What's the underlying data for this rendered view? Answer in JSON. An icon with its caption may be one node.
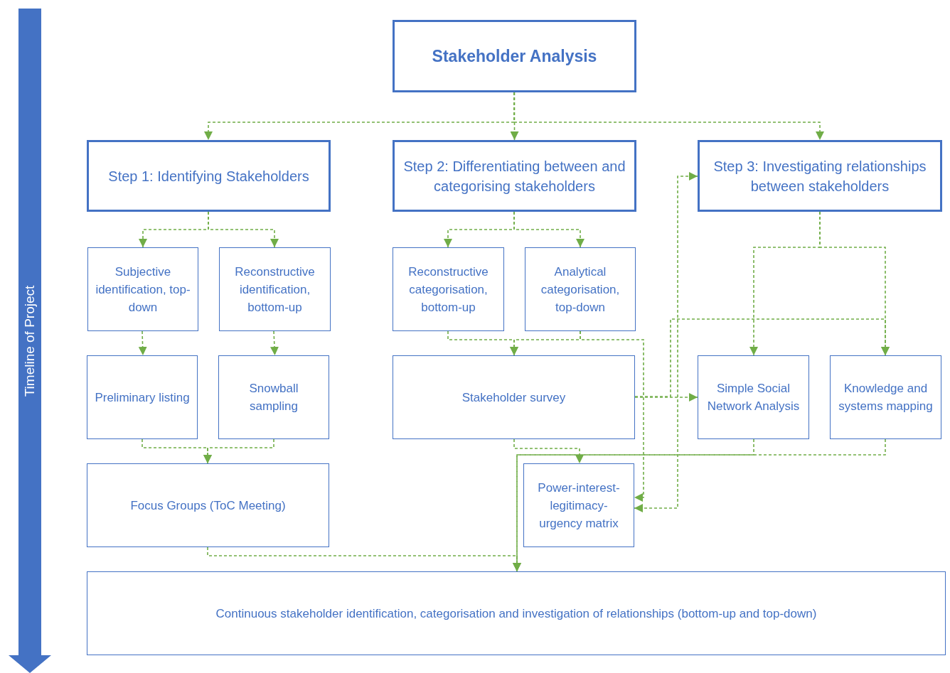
{
  "diagram": {
    "nodes": [
      {
        "text": [
          "Stakeholder Analysis"
        ]
      },
      {
        "text": [
          "Step 1: Identifying Stakeholders"
        ]
      },
      {
        "text": [
          "Step 2: Differentiating between and categorising stakeholders"
        ]
      },
      {
        "text": [
          "Step 3: Investigating relationships between stakeholders"
        ]
      },
      {
        "text": [
          "Subjective identification, top-down"
        ]
      },
      {
        "text": [
          "Reconstructive identification, bottom-up"
        ]
      },
      {
        "text": [
          "Reconstructive categorisation, bottom-up"
        ]
      },
      {
        "text": [
          "Analytical categorisation, top-down"
        ]
      },
      {
        "text": [
          "Preliminary listing"
        ]
      },
      {
        "text": [
          "Snowball sampling"
        ]
      },
      {
        "text": [
          "Stakeholder survey"
        ]
      },
      {
        "text": [
          "Simple Social Network Analysis"
        ]
      },
      {
        "text": [
          "Knowledge and systems mapping"
        ]
      },
      {
        "text": [
          "Focus Groups (ToC Meeting)"
        ]
      },
      {
        "text": [
          "Power-interest-legitimacy-urgency matrix"
        ]
      },
      {
        "text": [
          "Continuous stakeholder identification, categorisation and investigation of relationships (bottom-up and top-down)"
        ]
      }
    ],
    "edges": [
      {
        "from": 0,
        "to": 1,
        "arrow": "to",
        "style": "dashed"
      },
      {
        "from": 0,
        "to": 2,
        "arrow": "to",
        "style": "dashed"
      },
      {
        "from": 0,
        "to": 3,
        "arrow": "to",
        "style": "dashed"
      },
      {
        "from": 1,
        "to": 4,
        "arrow": "to",
        "style": "dashed"
      },
      {
        "from": 1,
        "to": 5,
        "arrow": "to",
        "style": "dashed"
      },
      {
        "from": 2,
        "to": 6,
        "arrow": "to",
        "style": "dashed"
      },
      {
        "from": 2,
        "to": 7,
        "arrow": "to",
        "style": "dashed"
      },
      {
        "from": 3,
        "to": 11,
        "arrow": "to",
        "style": "dashed"
      },
      {
        "from": 3,
        "to": 12,
        "arrow": "to",
        "style": "dashed"
      },
      {
        "from": 4,
        "to": 8,
        "arrow": "to",
        "style": "dashed"
      },
      {
        "from": 5,
        "to": 9,
        "arrow": "to",
        "style": "dashed"
      },
      {
        "from": 8,
        "to": 13,
        "arrow": "to",
        "style": "dashed"
      },
      {
        "from": 9,
        "to": 13,
        "arrow": "to",
        "style": "dashed"
      },
      {
        "from": 6,
        "to": 10,
        "arrow": "to",
        "style": "dashed"
      },
      {
        "from": 7,
        "to": 10,
        "arrow": "to",
        "style": "dashed"
      },
      {
        "from": 7,
        "to": 14,
        "arrow": "to",
        "style": "dashed"
      },
      {
        "from": 10,
        "to": 11,
        "arrow": "to",
        "style": "dashed"
      },
      {
        "from": 10,
        "to": 12,
        "arrow": "to",
        "style": "dashed"
      },
      {
        "from": 10,
        "to": 14,
        "arrow": "to",
        "style": "dashed"
      },
      {
        "from": 14,
        "to": 3,
        "arrow": "both",
        "style": "dashed"
      },
      {
        "from": 11,
        "to": 15,
        "arrow": "to",
        "style": "dashed"
      },
      {
        "from": 12,
        "to": 15,
        "arrow": "to",
        "style": "dashed"
      },
      {
        "from": 13,
        "to": 15,
        "arrow": "to",
        "style": "dashed"
      }
    ],
    "labels": [
      "Timeline of Project"
    ]
  }
}
